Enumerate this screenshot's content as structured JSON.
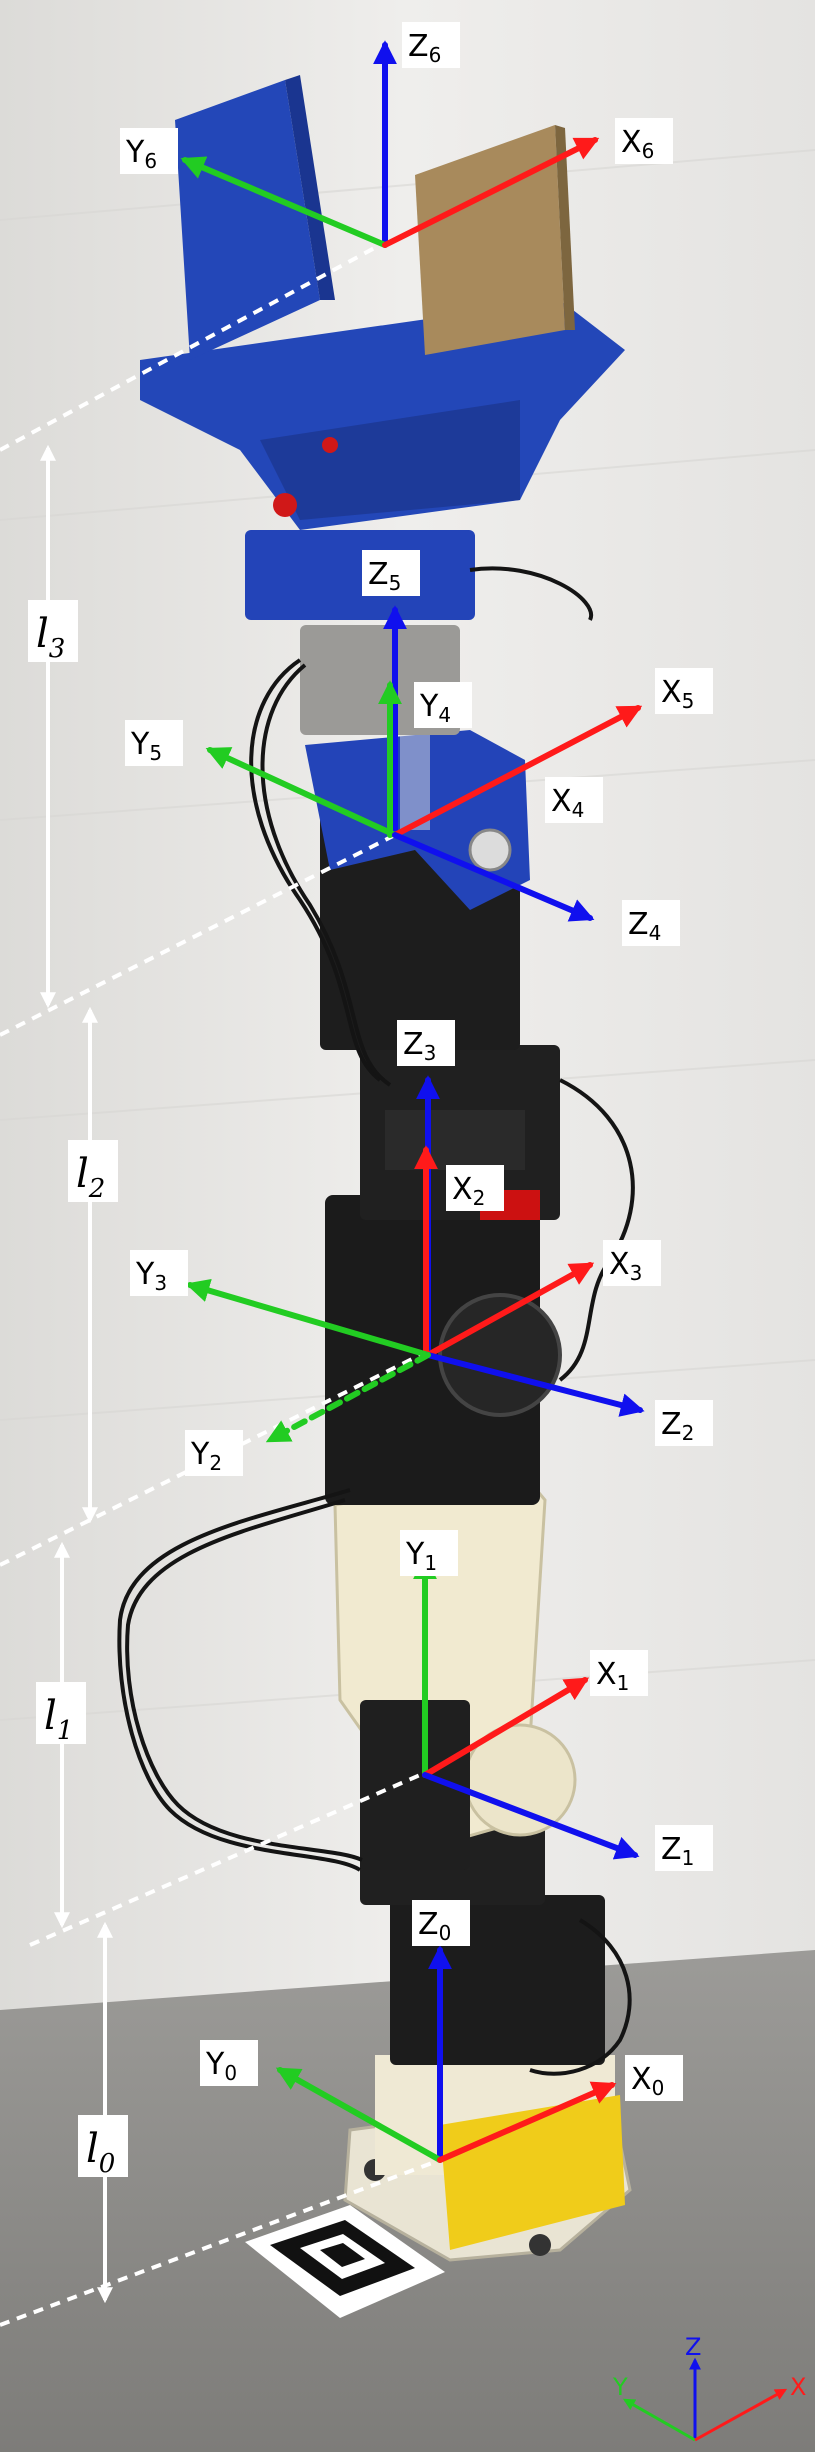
{
  "frames": [
    {
      "id": "6",
      "axes": {
        "x": {
          "base": "X",
          "sub": "6"
        },
        "y": {
          "base": "Y",
          "sub": "6"
        },
        "z": {
          "base": "Z",
          "sub": "6"
        }
      }
    },
    {
      "id": "5",
      "axes": {
        "x": {
          "base": "X",
          "sub": "5"
        },
        "y": {
          "base": "Y",
          "sub": "5"
        },
        "z": {
          "base": "Z",
          "sub": "5"
        }
      }
    },
    {
      "id": "4",
      "axes": {
        "x": {
          "base": "X",
          "sub": "4"
        },
        "y": {
          "base": "Y",
          "sub": "4"
        },
        "z": {
          "base": "Z",
          "sub": "4"
        }
      }
    },
    {
      "id": "3",
      "axes": {
        "x": {
          "base": "X",
          "sub": "3"
        },
        "y": {
          "base": "Y",
          "sub": "3"
        },
        "z": {
          "base": "Z",
          "sub": "3"
        }
      }
    },
    {
      "id": "2",
      "axes": {
        "x": {
          "base": "X",
          "sub": "2"
        },
        "y": {
          "base": "Y",
          "sub": "2"
        },
        "z": {
          "base": "Z",
          "sub": "2"
        }
      }
    },
    {
      "id": "1",
      "axes": {
        "x": {
          "base": "X",
          "sub": "1"
        },
        "y": {
          "base": "Y",
          "sub": "1"
        },
        "z": {
          "base": "Z",
          "sub": "1"
        }
      }
    },
    {
      "id": "0",
      "axes": {
        "x": {
          "base": "X",
          "sub": "0"
        },
        "y": {
          "base": "Y",
          "sub": "0"
        },
        "z": {
          "base": "Z",
          "sub": "0"
        }
      }
    }
  ],
  "lengths": [
    {
      "base": "l",
      "sub": "3"
    },
    {
      "base": "l",
      "sub": "2"
    },
    {
      "base": "l",
      "sub": "1"
    },
    {
      "base": "l",
      "sub": "0"
    }
  ],
  "world_axes": {
    "x": "X",
    "y": "Y",
    "z": "Z"
  },
  "colors": {
    "x_axis": "#ff1a1a",
    "y_axis": "#22cc22",
    "z_axis": "#1010ee",
    "robot_blue": "#2344b8",
    "servo_black": "#1c1c1c",
    "bracket_ivory": "#f1ead0",
    "base_yellow": "#f0cc1a",
    "wall": "#ecebe9",
    "floor": "#8b8a87",
    "length_arrow": "#ffffff"
  }
}
